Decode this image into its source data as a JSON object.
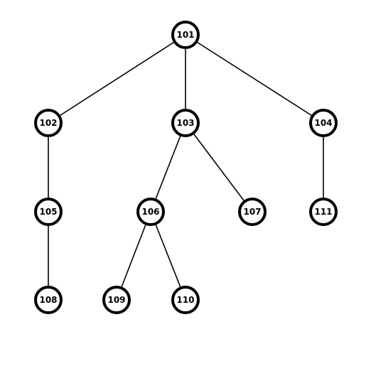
{
  "tree": {
    "nodes": [
      {
        "id": "101",
        "label": "101"
      },
      {
        "id": "102",
        "label": "102"
      },
      {
        "id": "103",
        "label": "103"
      },
      {
        "id": "104",
        "label": "104"
      },
      {
        "id": "105",
        "label": "105"
      },
      {
        "id": "106",
        "label": "106"
      },
      {
        "id": "107",
        "label": "107"
      },
      {
        "id": "111",
        "label": "111"
      },
      {
        "id": "108",
        "label": "108"
      },
      {
        "id": "109",
        "label": "109"
      },
      {
        "id": "110",
        "label": "110"
      }
    ],
    "edges": [
      {
        "from": "101",
        "to": "102"
      },
      {
        "from": "101",
        "to": "103"
      },
      {
        "from": "101",
        "to": "104"
      },
      {
        "from": "102",
        "to": "105"
      },
      {
        "from": "103",
        "to": "106"
      },
      {
        "from": "103",
        "to": "107"
      },
      {
        "from": "104",
        "to": "111"
      },
      {
        "from": "105",
        "to": "108"
      },
      {
        "from": "106",
        "to": "109"
      },
      {
        "from": "106",
        "to": "110"
      }
    ]
  }
}
